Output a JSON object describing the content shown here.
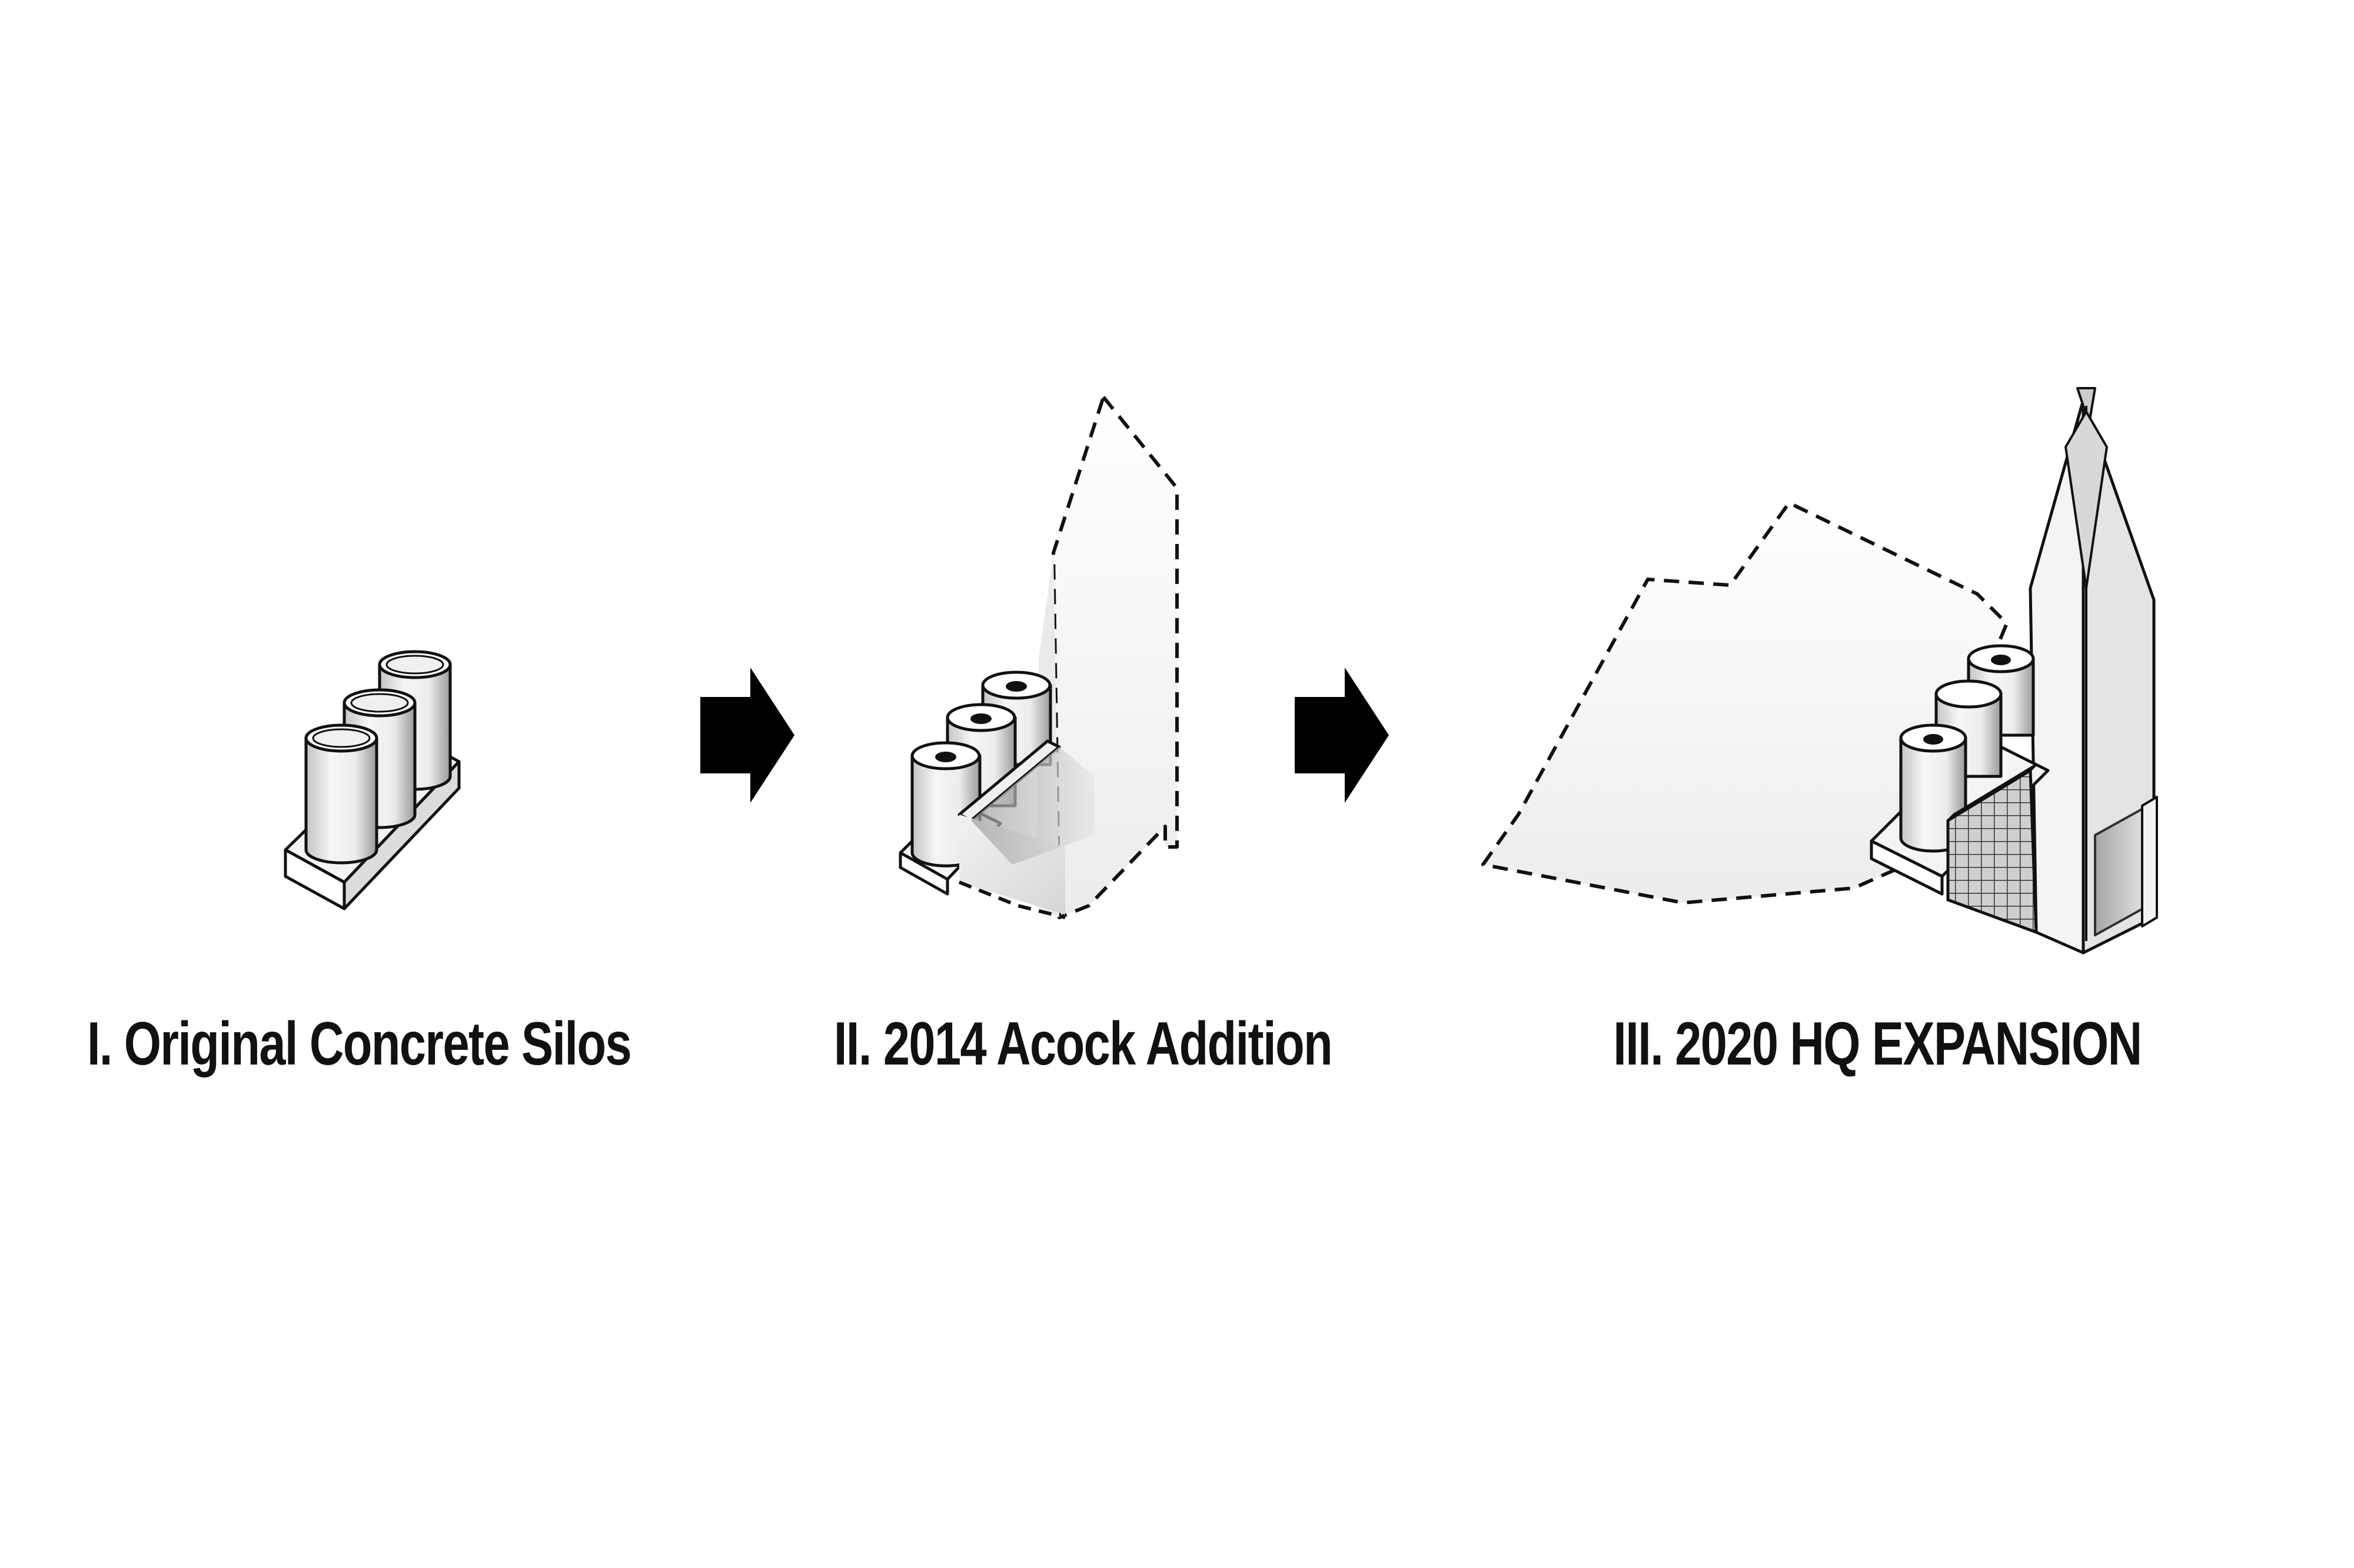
{
  "stages": [
    {
      "label": "I. Original Concrete Silos"
    },
    {
      "label": "II. 2014 Acock Addition"
    },
    {
      "label": "III. 2020 HQ EXPANSION"
    }
  ],
  "colors": {
    "line": "#111111",
    "fill": "#ffffff",
    "shade_light": "#eeeeee",
    "shade_mid": "#d2d2d2",
    "shade_dark": "#a8a8a8",
    "arrow": "#000000"
  },
  "icons": [
    "arrow-right-icon",
    "arrow-right-icon"
  ]
}
